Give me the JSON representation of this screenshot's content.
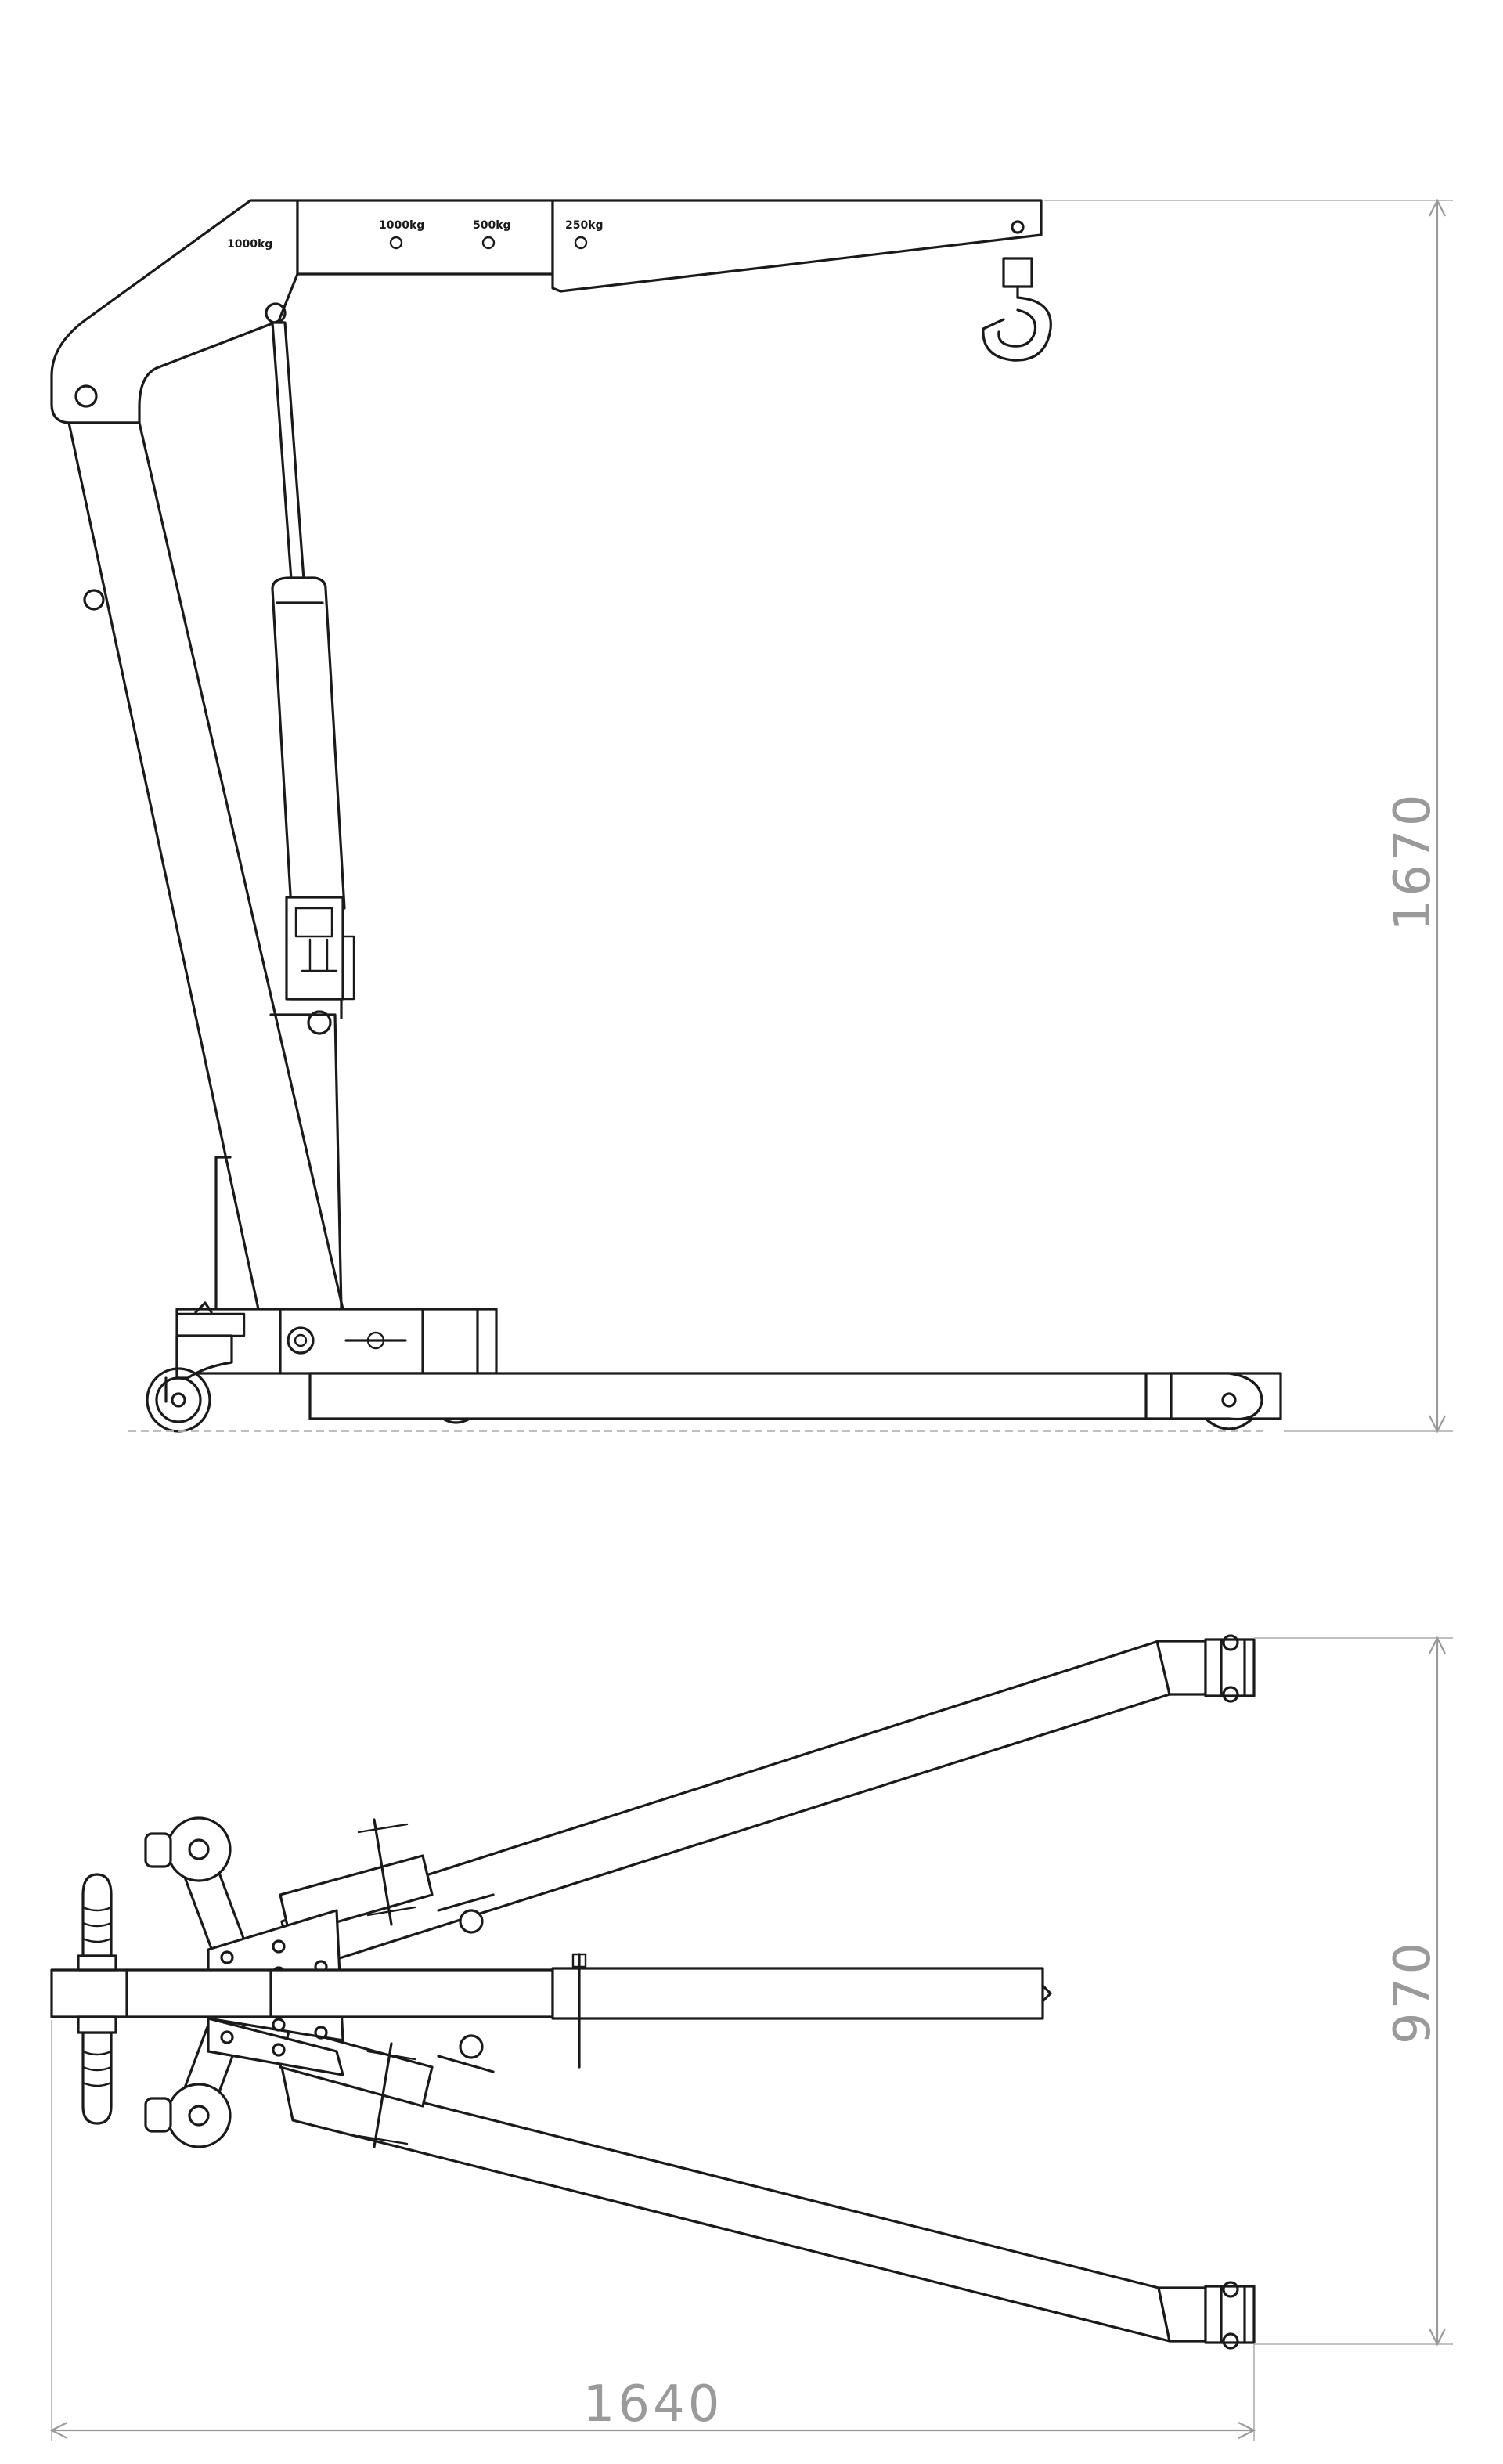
{
  "drawing": {
    "height_dimension": "1670",
    "width_dimension": "970",
    "length_dimension": "1640",
    "boom_capacity_label": "1000kg",
    "boom_position_labels": [
      "1000kg",
      "500kg",
      "250kg"
    ]
  },
  "colors": {
    "line": "#1a1a1a",
    "dimension": "#9a9a9a",
    "background": "#ffffff"
  }
}
